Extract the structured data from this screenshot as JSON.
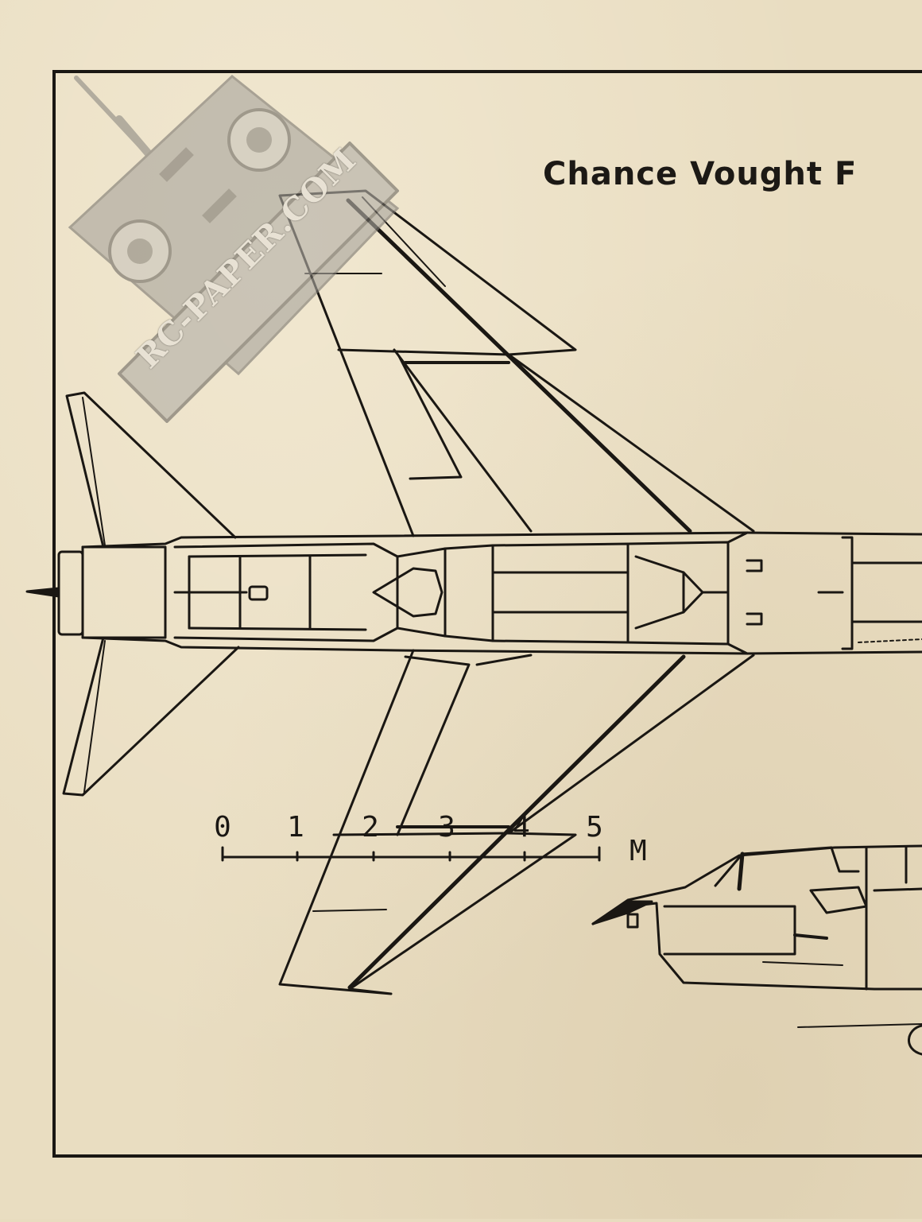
{
  "title": "Chance Vought F",
  "scale": {
    "ticks": [
      "0",
      "1",
      "2",
      "3",
      "4",
      "5"
    ],
    "unit": "M"
  },
  "watermark": {
    "text": "RC-PAPER.COM",
    "icon": "rc-transmitter-icon"
  },
  "colors": {
    "paper": "#e9ddc1",
    "ink": "#1a1713",
    "watermark": "#a9a59d"
  }
}
